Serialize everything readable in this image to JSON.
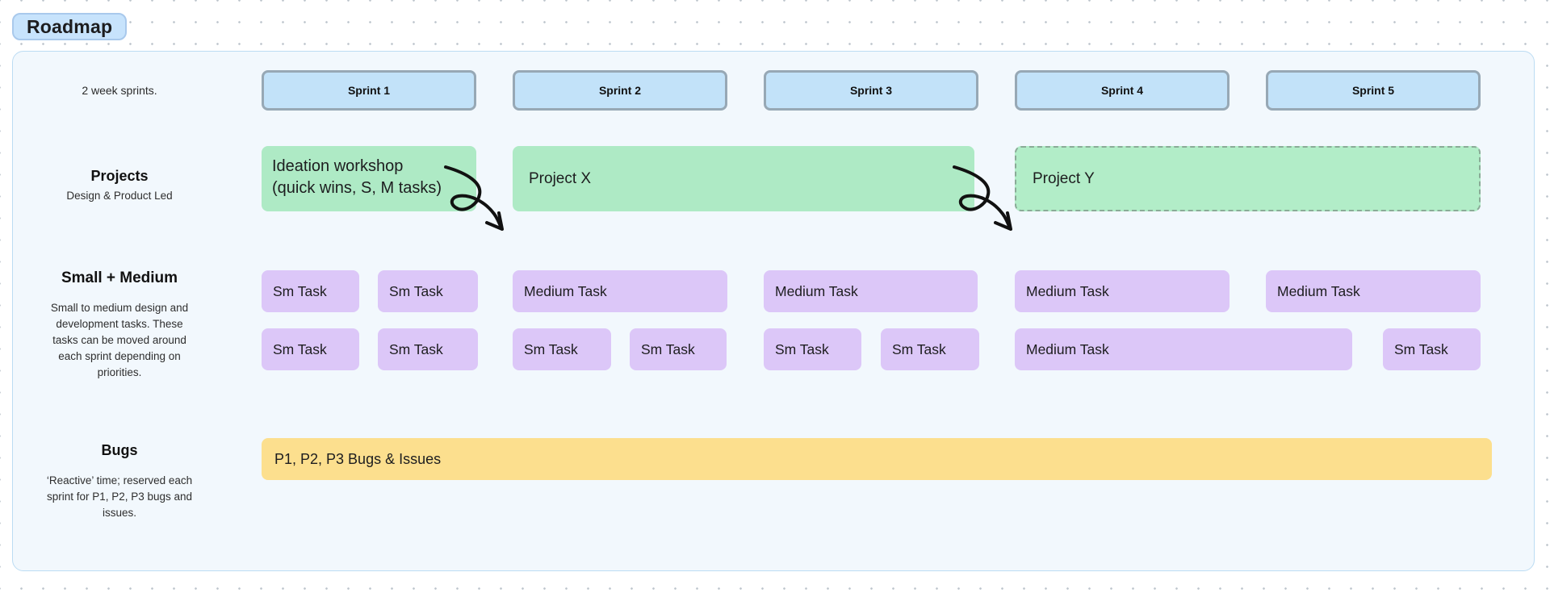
{
  "title": "Roadmap",
  "colors": {
    "panel_fill": "#f2f8fd",
    "panel_border": "#bcdcf3",
    "pill_fill": "#c7e3fc",
    "pill_border": "#a9c9ec",
    "sprint_fill": "#c2e2f9",
    "sprint_border": "#97a8b5",
    "project_green": "#aeeac5",
    "project_green_border": "#8aab97",
    "task_purple": "#dcc7f8",
    "bugs_yellow": "#fcdf8e"
  },
  "timeline": {
    "note": "2 week sprints.",
    "sprints": [
      "Sprint 1",
      "Sprint 2",
      "Sprint 3",
      "Sprint 4",
      "Sprint 5"
    ]
  },
  "sections": {
    "projects": {
      "title": "Projects",
      "subtitle": "Design & Product Led"
    },
    "small_medium": {
      "title": "Small + Medium",
      "description": "Small to medium design and development tasks. These tasks can be moved around each sprint depending on priorities."
    },
    "bugs": {
      "title": "Bugs",
      "description": "‘Reactive’ time; reserved each sprint for P1, P2, P3 bugs and issues."
    }
  },
  "projects_row": {
    "ideation_line1": "Ideation workshop",
    "ideation_line2": "(quick wins, S, M tasks)",
    "project_x": "Project X",
    "project_y": "Project Y"
  },
  "tasks": {
    "row1": [
      "Sm Task",
      "Sm Task",
      "Medium Task",
      "Medium Task",
      "Medium Task",
      "Medium Task"
    ],
    "row2": [
      "Sm Task",
      "Sm Task",
      "Sm Task",
      "Sm Task",
      "Sm Task",
      "Sm Task",
      "Medium Task",
      "Sm Task"
    ]
  },
  "bugs_row": {
    "label": "P1, P2, P3 Bugs & Issues"
  }
}
